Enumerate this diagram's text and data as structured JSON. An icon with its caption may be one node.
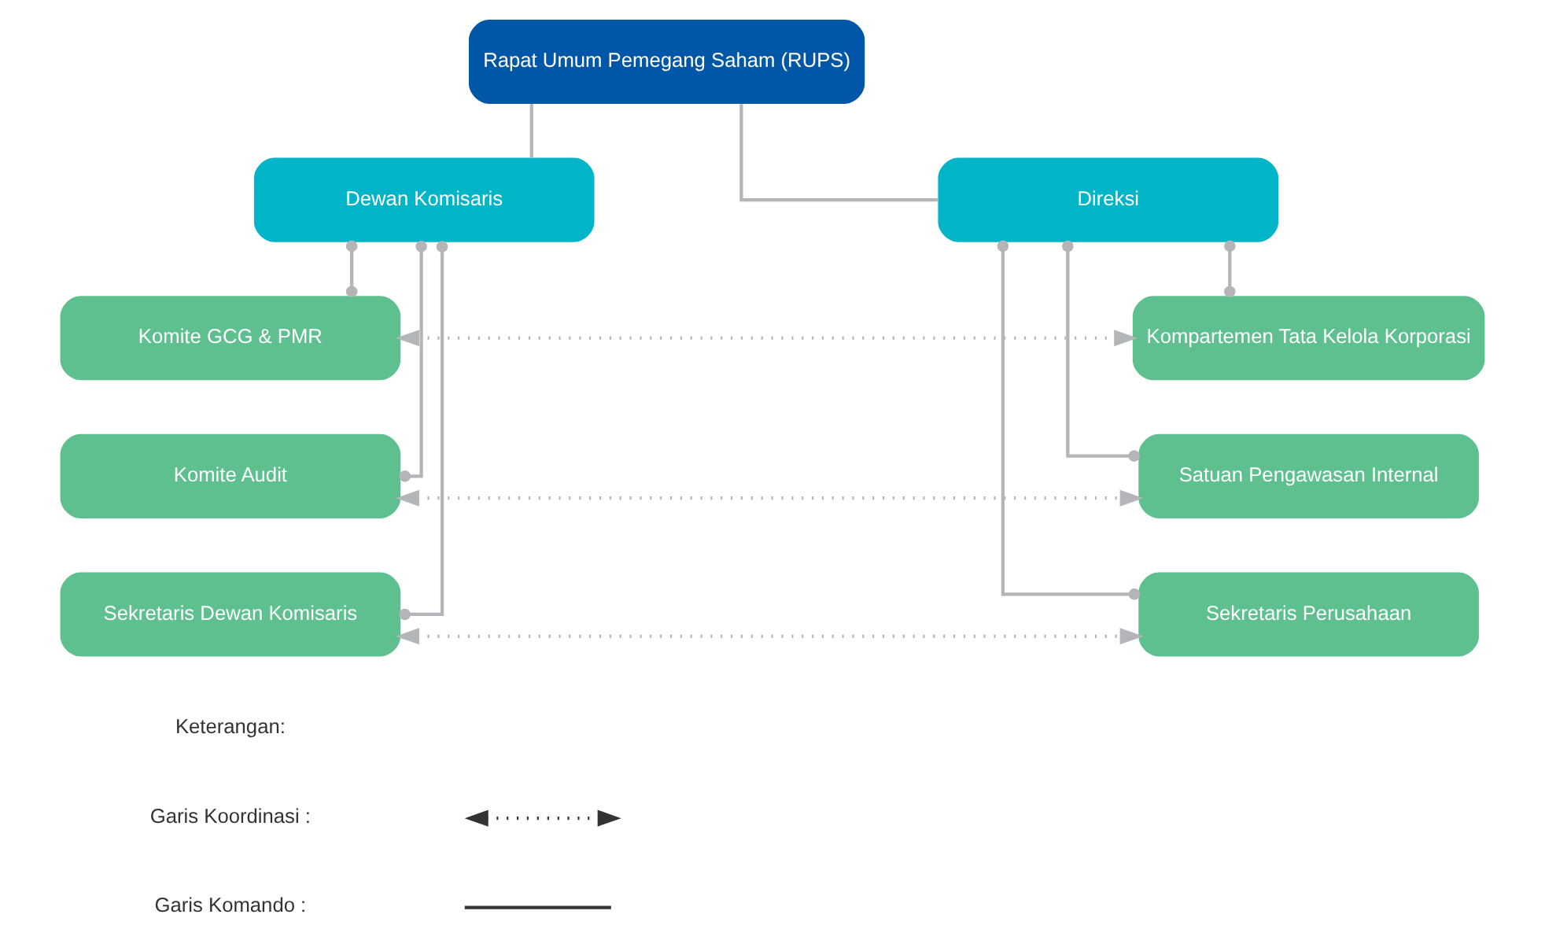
{
  "diagram": {
    "nodes": [
      {
        "text": [
          "Rapat Umum Pemegang Saham (RUPS)"
        ]
      },
      {
        "text": [
          "Dewan Komisaris"
        ]
      },
      {
        "text": [
          "Direksi"
        ]
      },
      {
        "text": [
          "Komite GCG & PMR"
        ]
      },
      {
        "text": [
          "Kompartemen Tata Kelola Korporasi"
        ]
      },
      {
        "text": [
          "Komite Audit"
        ]
      },
      {
        "text": [
          "Satuan Pengawasan Internal"
        ]
      },
      {
        "text": [
          "Sekretaris Dewan Komisaris"
        ]
      },
      {
        "text": [
          "Sekretaris Perusahaan"
        ]
      }
    ],
    "edges": [
      {
        "from": 0,
        "to": 1,
        "arrow": "none"
      },
      {
        "from": 0,
        "to": 2,
        "arrow": "none"
      },
      {
        "from": 1,
        "to": 3,
        "arrow": "other"
      },
      {
        "from": 1,
        "to": 5,
        "arrow": "other"
      },
      {
        "from": 1,
        "to": 7,
        "arrow": "other"
      },
      {
        "from": 2,
        "to": 4,
        "arrow": "other"
      },
      {
        "from": 2,
        "to": 6,
        "arrow": "other"
      },
      {
        "from": 2,
        "to": 8,
        "arrow": "other"
      },
      {
        "from": 3,
        "to": 4,
        "arrow": "both",
        "style": "dashed"
      },
      {
        "from": 5,
        "to": 6,
        "arrow": "both",
        "style": "dashed"
      },
      {
        "from": 7,
        "to": 8,
        "arrow": "both",
        "style": "dashed"
      }
    ],
    "labels": [
      "Keterangan:"
    ],
    "legend": [
      {
        "text": "Garis Koordinasi :"
      },
      {
        "text": "Garis Komando :"
      }
    ]
  }
}
